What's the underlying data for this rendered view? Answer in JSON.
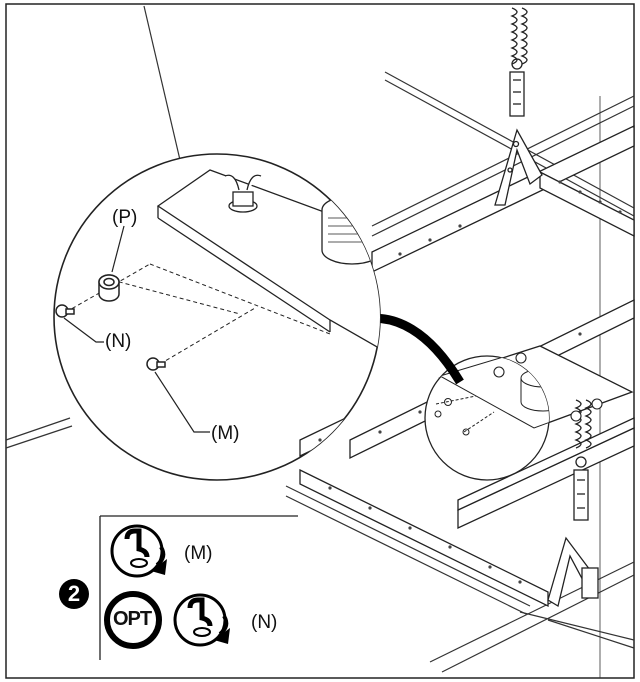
{
  "diagram": {
    "step_number": "2",
    "callouts": {
      "p": "(P)",
      "n": "(N)",
      "m": "(M)"
    },
    "legend": {
      "tighten_m_label": "(M)",
      "optional_badge": "OPT",
      "tighten_n_label": "(N)"
    },
    "icons": {
      "tighten": "tighten-screw-icon",
      "optional": "optional-badge-icon",
      "arrow": "curved-arrow-icon"
    }
  }
}
